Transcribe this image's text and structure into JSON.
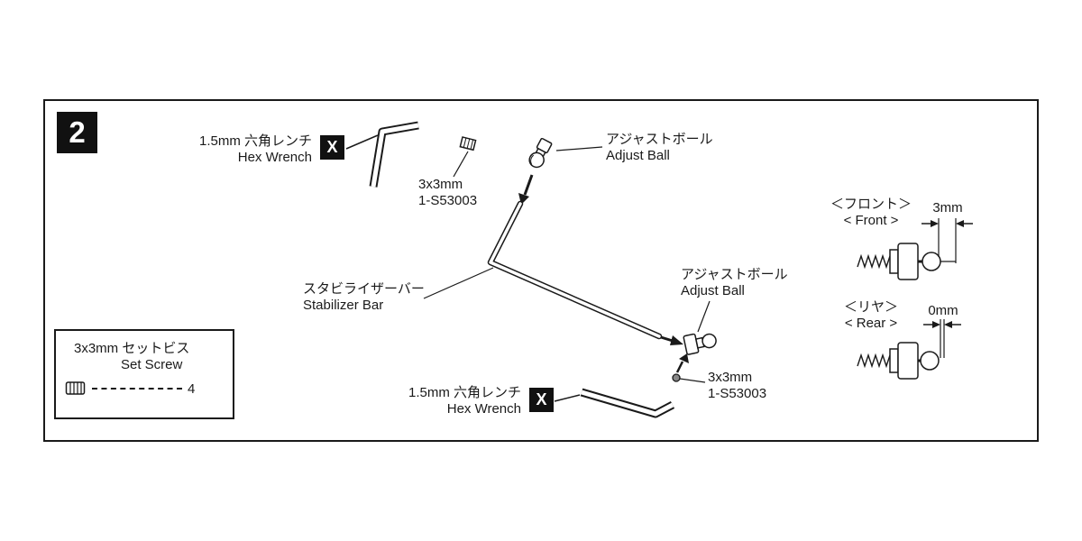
{
  "step": {
    "number": "2"
  },
  "markers": {
    "x_label": "X"
  },
  "labels": {
    "hex_wrench_top": {
      "jp": "1.5mm 六角レンチ",
      "en": "Hex Wrench"
    },
    "set_screw_top": {
      "size": "3x3mm",
      "part_no": "1-S53003"
    },
    "adjust_ball_top": {
      "jp": "アジャストボール",
      "en": "Adjust Ball"
    },
    "stabilizer_bar": {
      "jp": "スタビライザーバー",
      "en": "Stabilizer Bar"
    },
    "adjust_ball_bottom": {
      "jp": "アジャストボール",
      "en": "Adjust Ball"
    },
    "set_screw_bottom": {
      "size": "3x3mm",
      "part_no": "1-S53003"
    },
    "hex_wrench_bottom": {
      "jp": "1.5mm 六角レンチ",
      "en": "Hex Wrench"
    }
  },
  "parts_box": {
    "jp": "3x3mm セットビス",
    "en": "Set Screw",
    "quantity": "4"
  },
  "details": {
    "front": {
      "jp": "＜フロント＞",
      "en": "< Front >",
      "dimension": "3mm"
    },
    "rear": {
      "jp": "＜リヤ＞",
      "en": "< Rear >",
      "dimension": "0mm"
    }
  },
  "colors": {
    "ink": "#1a1a1a",
    "background": "#ffffff"
  }
}
